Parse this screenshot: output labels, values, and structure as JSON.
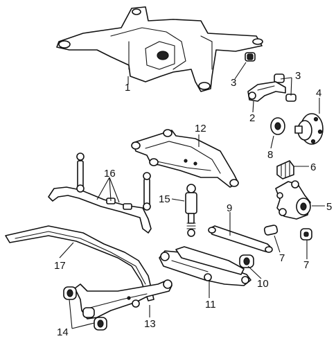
{
  "callouts": {
    "c1": "1",
    "c2": "2",
    "c3a": "3",
    "c3b": "3",
    "c4": "4",
    "c5": "5",
    "c6": "6",
    "c7a": "7",
    "c7b": "7",
    "c8": "8",
    "c9": "9",
    "c10": "10",
    "c11": "11",
    "c12": "12",
    "c13": "13",
    "c14": "14",
    "c15": "15",
    "c16": "16",
    "c17": "17"
  }
}
